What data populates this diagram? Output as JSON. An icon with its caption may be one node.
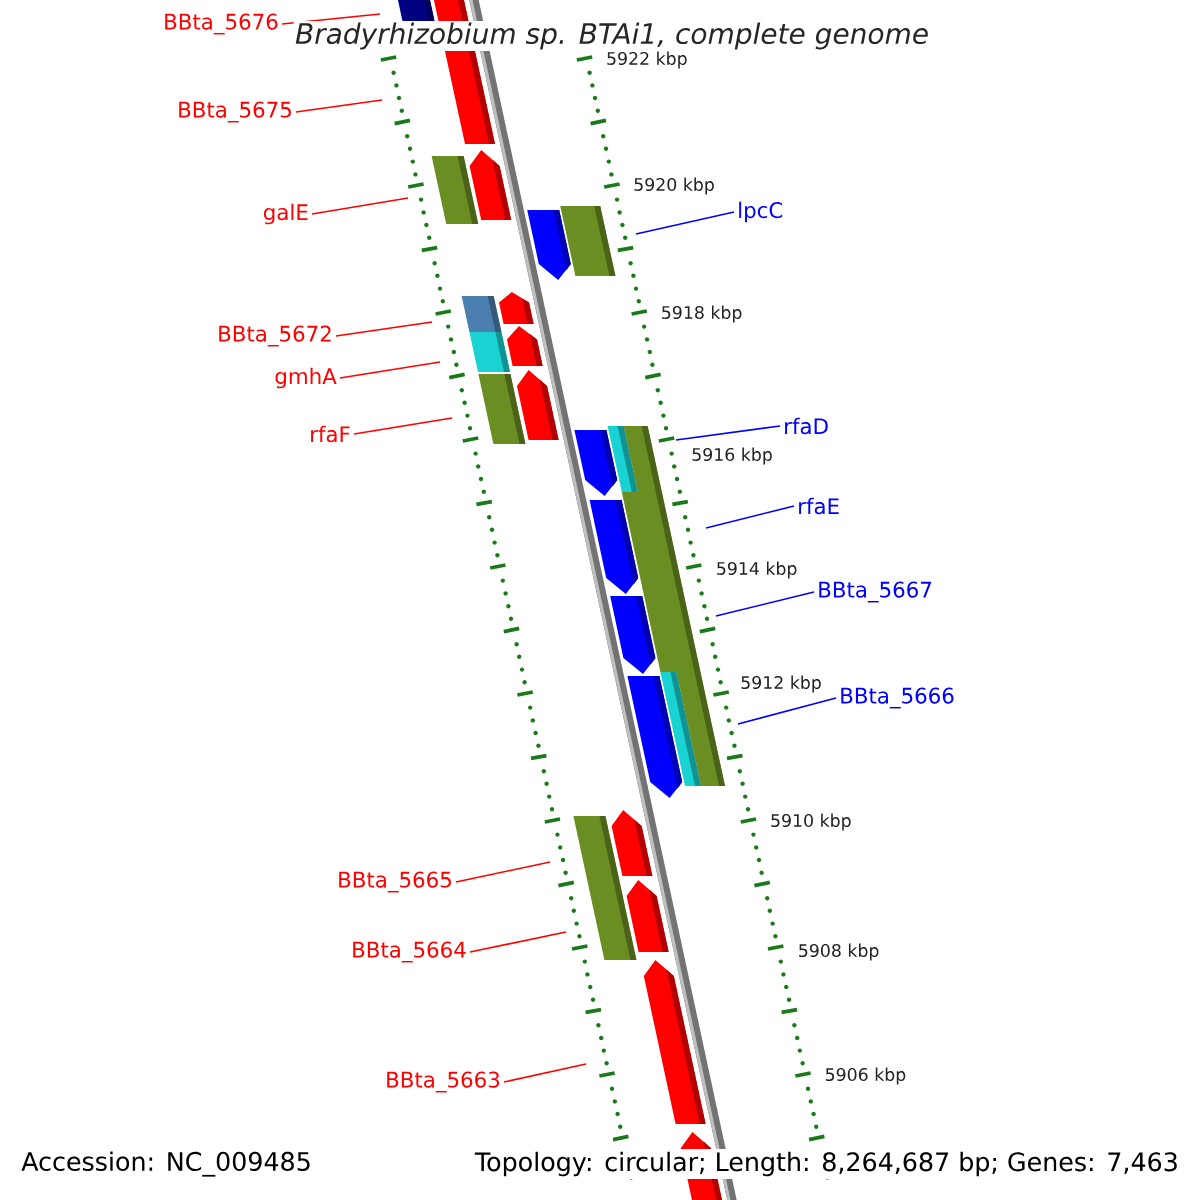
{
  "diagram": {
    "title": "Bradyrhizobium sp. BTAi1, complete genome",
    "nodes": [
      {
        "text": [
          "BBta_5676"
        ]
      },
      {
        "text": [
          "BBta_5675"
        ]
      },
      {
        "text": [
          "galE"
        ]
      },
      {
        "text": [
          "BBta_5672"
        ]
      },
      {
        "text": [
          "gmhA"
        ]
      },
      {
        "text": [
          "rfaF"
        ]
      },
      {
        "text": [
          "lpcC"
        ]
      },
      {
        "text": [
          "rfaD"
        ]
      },
      {
        "text": [
          "rfaE"
        ]
      },
      {
        "text": [
          "BBta_5667"
        ]
      },
      {
        "text": [
          "BBta_5666"
        ]
      },
      {
        "text": [
          "BBta_5665"
        ]
      },
      {
        "text": [
          "BBta_5664"
        ]
      },
      {
        "text": [
          "BBta_5663"
        ]
      }
    ],
    "edges": [
      {
        "from": 0,
        "to": null,
        "arrow": "none"
      },
      {
        "from": 1,
        "to": null,
        "arrow": "none"
      },
      {
        "from": 2,
        "to": null,
        "arrow": "none"
      },
      {
        "from": 3,
        "to": null,
        "arrow": "none"
      },
      {
        "from": 4,
        "to": null,
        "arrow": "none"
      },
      {
        "from": 5,
        "to": null,
        "arrow": "none"
      },
      {
        "from": 6,
        "to": null,
        "arrow": "none",
        "color": "#0000ff"
      },
      {
        "from": 7,
        "to": null,
        "arrow": "none",
        "color": "#0000ff"
      },
      {
        "from": 8,
        "to": null,
        "arrow": "none",
        "color": "#0000ff"
      },
      {
        "from": 9,
        "to": null,
        "arrow": "none",
        "color": "#0000ff"
      },
      {
        "from": 10,
        "to": null,
        "arrow": "none",
        "color": "#0000ff"
      },
      {
        "from": 11,
        "to": null,
        "arrow": "none"
      },
      {
        "from": 12,
        "to": null,
        "arrow": "none"
      },
      {
        "from": 13,
        "to": null,
        "arrow": "none"
      }
    ],
    "labels": [
      "5922 kbp",
      "5920 kbp",
      "5918 kbp",
      "5916 kbp",
      "5914 kbp",
      "5912 kbp",
      "5910 kbp",
      "5908 kbp",
      "5906 kbp",
      "Accession: NC_009485",
      "Topology: circular; Length: 8,264,687 bp; Genes: 7,463"
    ]
  }
}
